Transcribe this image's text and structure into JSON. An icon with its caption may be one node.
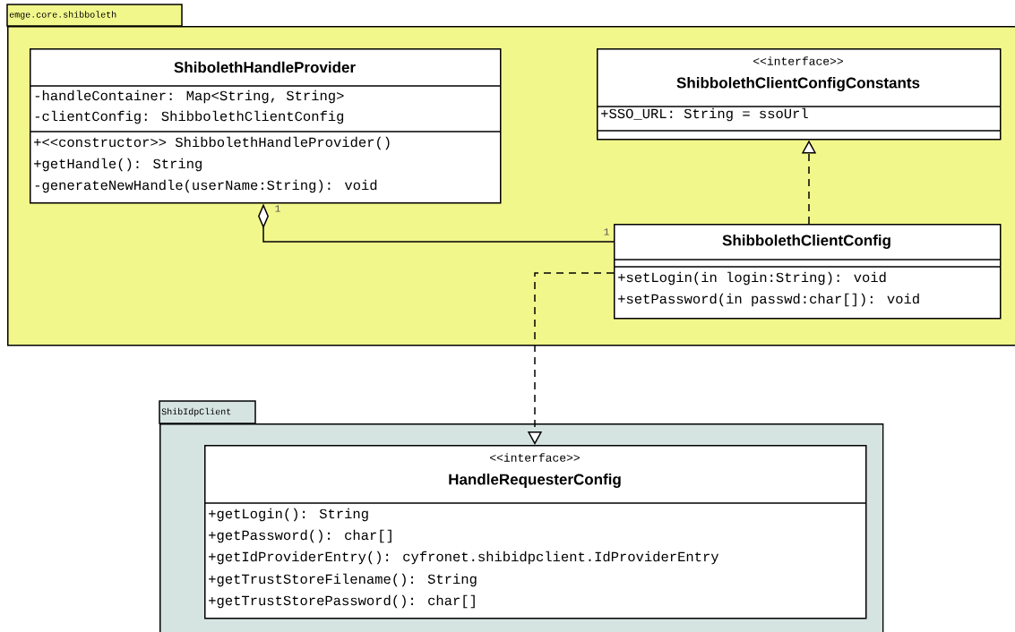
{
  "diagram": {
    "nodes": [
      {
        "text": [
          "emge.core.shibboleth"
        ]
      },
      {
        "text": [
          "ShibolethHandleProvider",
          "-handleContainer: Map<String, String>",
          "-clientConfig: ShibbolethClientConfig",
          "+<<constructor>> ShibbolethHandleProvider()",
          "+getHandle(): String",
          "-generateNewHandle(userName:String): void"
        ],
        "in": 0
      },
      {
        "text": [
          "<<interface>>",
          "ShibbolethClientConfigConstants",
          "+SSO_URL: String = ssoUrl"
        ],
        "in": 0
      },
      {
        "text": [
          "ShibbolethClientConfig",
          "+setLogin(in login:String): void",
          "+setPassword(in passwd:char[]): void"
        ],
        "in": 0
      },
      {
        "text": [
          "ShibIdpClient"
        ]
      },
      {
        "text": [
          "<<interface>>",
          "HandleRequesterConfig",
          "+getLogin(): String",
          "+getPassword(): char[]",
          "+getIdProviderEntry(): cyfronet.shibidpclient.IdProviderEntry",
          "+getTrustStoreFilename(): String",
          "+getTrustStorePassword(): char[]"
        ],
        "in": 4
      }
    ],
    "edges": [
      {
        "from": 1,
        "to": 3,
        "arrow": "other"
      },
      {
        "from": 3,
        "to": 2,
        "arrow": "to",
        "style": "dashed"
      },
      {
        "from": 3,
        "to": 5,
        "arrow": "to",
        "style": "dashed"
      }
    ],
    "labels": [
      "1",
      "1"
    ]
  }
}
